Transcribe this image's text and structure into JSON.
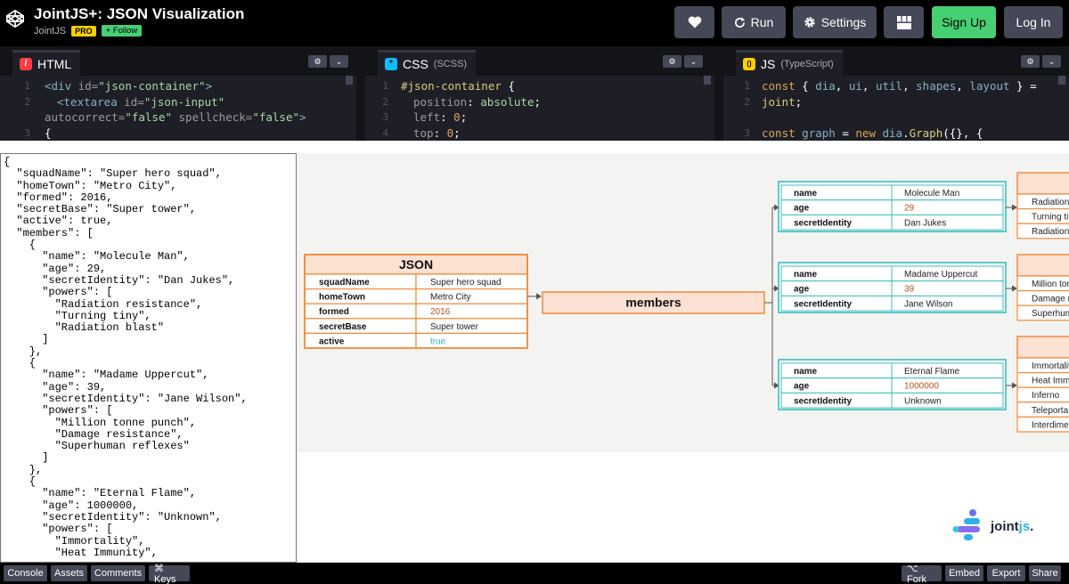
{
  "header": {
    "title": "JointJS+: JSON Visualization",
    "owner": "JointJS",
    "pro_badge": "PRO",
    "follow_label": "+ Follow",
    "run_label": "Run",
    "settings_label": "Settings",
    "signup_label": "Sign Up",
    "login_label": "Log In",
    "logo_icon": "codepen-logo-icon",
    "heart_icon": "heart-icon",
    "layout_icon": "layout-grid-icon"
  },
  "editors": {
    "html": {
      "label": "HTML",
      "sub": "",
      "icon_char": "/",
      "icon_color": "#ff3c41"
    },
    "css": {
      "label": "CSS",
      "sub": "(SCSS)",
      "icon_char": "*",
      "icon_color": "#0ebeff"
    },
    "js": {
      "label": "JS",
      "sub": "(TypeScript)",
      "icon_char": "()",
      "icon_color": "#fcd000"
    },
    "gear_icon": "gear-icon",
    "chevron_icon": "chevron-down-icon",
    "html_lines": {
      "n1": "1",
      "n2": "2",
      "n3": "3"
    },
    "css_lines": {
      "n1": "1",
      "n2": "2",
      "n3": "3",
      "n4": "4"
    },
    "js_lines": {
      "n1": "1",
      "n2": "2",
      "n3": "3"
    }
  },
  "json_input": "{\n  \"squadName\": \"Super hero squad\",\n  \"homeTown\": \"Metro City\",\n  \"formed\": 2016,\n  \"secretBase\": \"Super tower\",\n  \"active\": true,\n  \"members\": [\n    {\n      \"name\": \"Molecule Man\",\n      \"age\": 29,\n      \"secretIdentity\": \"Dan Jukes\",\n      \"powers\": [\n        \"Radiation resistance\",\n        \"Turning tiny\",\n        \"Radiation blast\"\n      ]\n    },\n    {\n      \"name\": \"Madame Uppercut\",\n      \"age\": 39,\n      \"secretIdentity\": \"Jane Wilson\",\n      \"powers\": [\n        \"Million tonne punch\",\n        \"Damage resistance\",\n        \"Superhuman reflexes\"\n      ]\n    },\n    {\n      \"name\": \"Eternal Flame\",\n      \"age\": 1000000,\n      \"secretIdentity\": \"Unknown\",\n      \"powers\": [\n        \"Immortality\",\n        \"Heat Immunity\",",
  "diagram": {
    "root": {
      "title": "JSON",
      "rows": [
        {
          "key": "squadName",
          "value": "Super hero squad",
          "type": "string"
        },
        {
          "key": "homeTown",
          "value": "Metro City",
          "type": "string"
        },
        {
          "key": "formed",
          "value": "2016",
          "type": "number"
        },
        {
          "key": "secretBase",
          "value": "Super tower",
          "type": "string"
        },
        {
          "key": "active",
          "value": "true",
          "type": "boolean"
        }
      ]
    },
    "members_label": "members",
    "members": [
      {
        "rows": [
          {
            "key": "name",
            "value": "Molecule Man",
            "type": "string"
          },
          {
            "key": "age",
            "value": "29",
            "type": "number"
          },
          {
            "key": "secretIdentity",
            "value": "Dan Jukes",
            "type": "string"
          }
        ]
      },
      {
        "rows": [
          {
            "key": "name",
            "value": "Madame Uppercut",
            "type": "string"
          },
          {
            "key": "age",
            "value": "39",
            "type": "number"
          },
          {
            "key": "secretIdentity",
            "value": "Jane Wilson",
            "type": "string"
          }
        ]
      },
      {
        "rows": [
          {
            "key": "name",
            "value": "Eternal Flame",
            "type": "string"
          },
          {
            "key": "age",
            "value": "1000000",
            "type": "number"
          },
          {
            "key": "secretIdentity",
            "value": "Unknown",
            "type": "string"
          }
        ]
      }
    ],
    "powers": [
      [
        "Radiation",
        "Turning ti",
        "Radiation"
      ],
      [
        "Million ton",
        "Damage r",
        "Superhum"
      ],
      [
        "Immortality",
        "Heat Imm",
        "Inferno",
        "Teleporta",
        "Interdime"
      ]
    ],
    "colors": {
      "orange": "#f28a3a",
      "orange_fill": "#fde1d2",
      "teal": "#3cbcbf",
      "number": "#c0501c",
      "boolean": "#2ab7bd",
      "connector": "#555555"
    }
  },
  "brand": {
    "name_a": "joint",
    "name_b": "js",
    "name_c": "."
  },
  "footer": {
    "console": "Console",
    "assets": "Assets",
    "comments": "Comments",
    "keys": "⌘ Keys",
    "fork": "⌥ Fork",
    "embed": "Embed",
    "export": "Export",
    "share": "Share"
  }
}
